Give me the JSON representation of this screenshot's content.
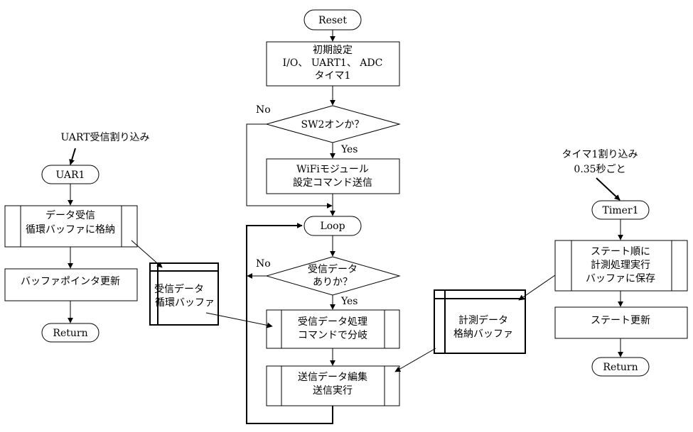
{
  "main": {
    "reset": "Reset",
    "init": [
      "初期設定",
      "I/O、 UART1、 ADC",
      "タイマ1"
    ],
    "sw2": "SW2オンか？",
    "no1": "No",
    "yes1": "Yes",
    "wifi": [
      "WiFiモジュール",
      "設定コマンド送信"
    ],
    "loop": "Loop",
    "recv_q": [
      "受信データ",
      "ありか？"
    ],
    "no2": "No",
    "yes2": "Yes",
    "process": [
      "受信データ処理",
      "コマンドで分岐"
    ],
    "send": [
      "送信データ編集",
      "送信実行"
    ]
  },
  "uart": {
    "trigger": "UART受信割り込み",
    "start": "UAR1",
    "receive": [
      "データ受信",
      "循環バッファに格納"
    ],
    "pointer": "バッファポインタ更新",
    "end": "Return"
  },
  "buffers": {
    "recv": [
      "受信データ",
      "循環バッファ"
    ],
    "measure": [
      "計測データ",
      "格納バッファ"
    ]
  },
  "timer": {
    "trigger": [
      "タイマ1割り込み",
      "0.35秒ごと"
    ],
    "start": "Timer1",
    "measure": [
      "ステート順に",
      "計測処理実行",
      "バッファに保存"
    ],
    "state": "ステート更新",
    "end": "Return"
  }
}
